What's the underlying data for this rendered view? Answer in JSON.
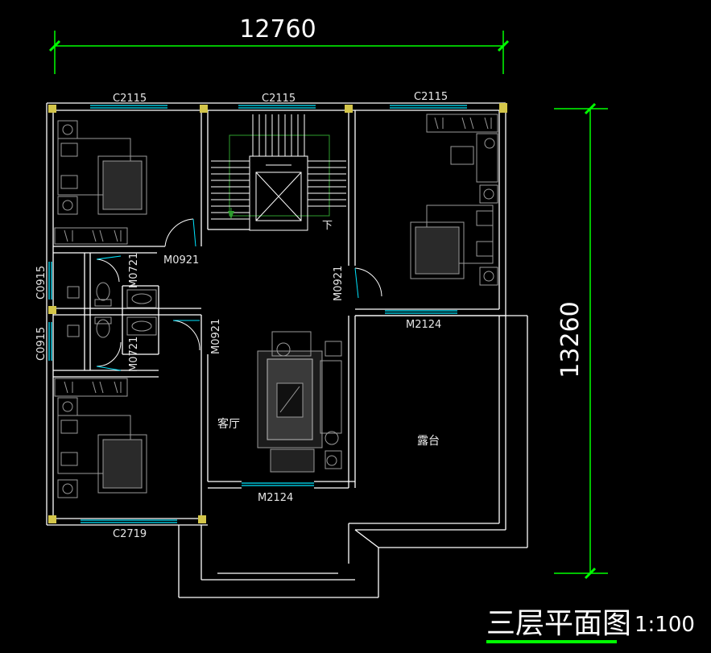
{
  "dimensions": {
    "width": "12760",
    "height": "13260"
  },
  "labels": {
    "window_top_left": "C2115",
    "window_top_mid": "C2115",
    "window_top_right": "C2115",
    "window_bottom_left": "C2719",
    "window_left_upper": "C0915",
    "window_left_lower": "C0915",
    "door_bedroom_tl": "M0921",
    "door_bath_upper": "M0721",
    "door_bath_lower": "M0721",
    "door_bedroom_bl": "M0921",
    "door_bedroom_right": "M0921",
    "door_balcony_right": "M2124",
    "door_living_bottom": "M2124",
    "stair_down": "下"
  },
  "rooms": {
    "living": "客厅",
    "terrace": "露台"
  },
  "title": {
    "text": "三层平面图",
    "scale": "1:100"
  },
  "colors": {
    "wall": "#ffffff",
    "dimension": "#00ff00",
    "window": "#00e5ff",
    "column": "#d4c64a",
    "furniture": "#9a9a9a",
    "stair": "#2e9e2e",
    "title_underline": "#00ff00"
  }
}
